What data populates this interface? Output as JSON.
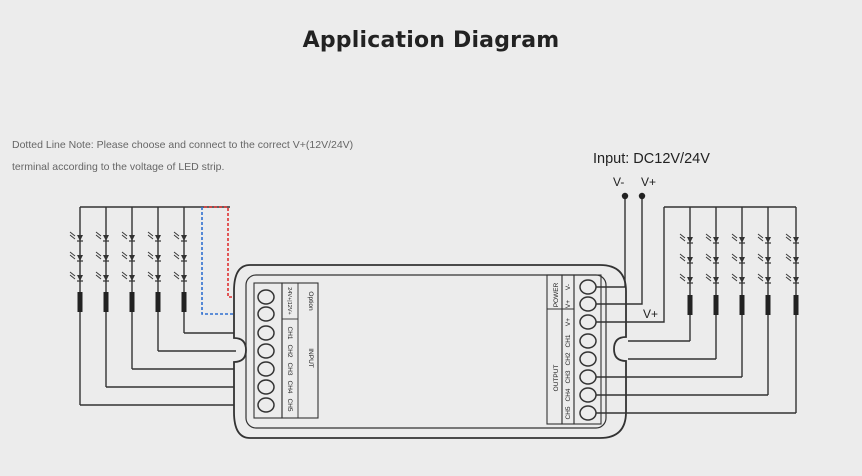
{
  "title": "Application Diagram",
  "note": {
    "line1": "Dotted Line Note: Please choose and connect to the correct V+(12V/24V)",
    "line2": "terminal according to the voltage of LED strip."
  },
  "input_label": "Input: DC12V/24V",
  "power_pins": {
    "neg": "V-",
    "pos": "V+"
  },
  "side_vplus": "V+",
  "controller": {
    "left_panel": {
      "option_header": "Option",
      "option_values": "24V+|12V+",
      "input_header": "INPUT",
      "channels": [
        "CH1",
        "CH2",
        "CH3",
        "CH4",
        "CH5"
      ]
    },
    "right_panel": {
      "power_header": "POWER",
      "power_terms": [
        "V-",
        "V+"
      ],
      "output_header": "OUTPUT",
      "output_terms": [
        "V+",
        "CH1",
        "CH2",
        "CH3",
        "CH4",
        "CH5"
      ]
    }
  },
  "colors": {
    "wire": "#333333",
    "dotted_red": "#e03131",
    "dotted_blue": "#2f6fd0",
    "background": "#ececec"
  }
}
